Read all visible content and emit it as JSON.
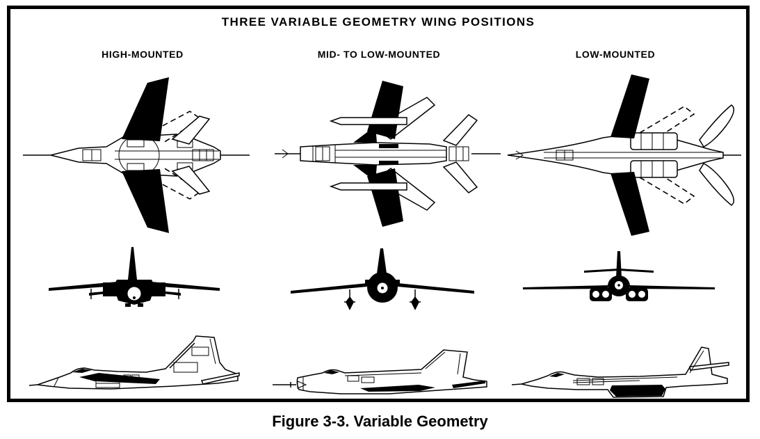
{
  "figure": {
    "title": "THREE VARIABLE GEOMETRY WING POSITIONS",
    "caption": "Figure 3-3. Variable Geometry",
    "columns": [
      {
        "label": "HIGH-MOUNTED",
        "wing_position": "high"
      },
      {
        "label": "MID- TO LOW-MOUNTED",
        "wing_position": "mid-to-low"
      },
      {
        "label": "LOW-MOUNTED",
        "wing_position": "low"
      }
    ],
    "views_per_column": [
      "top view (spread wings solid black, swept position dashed/outline)",
      "front view",
      "side view"
    ],
    "colors": {
      "ink": "#000000",
      "background": "#ffffff"
    }
  }
}
